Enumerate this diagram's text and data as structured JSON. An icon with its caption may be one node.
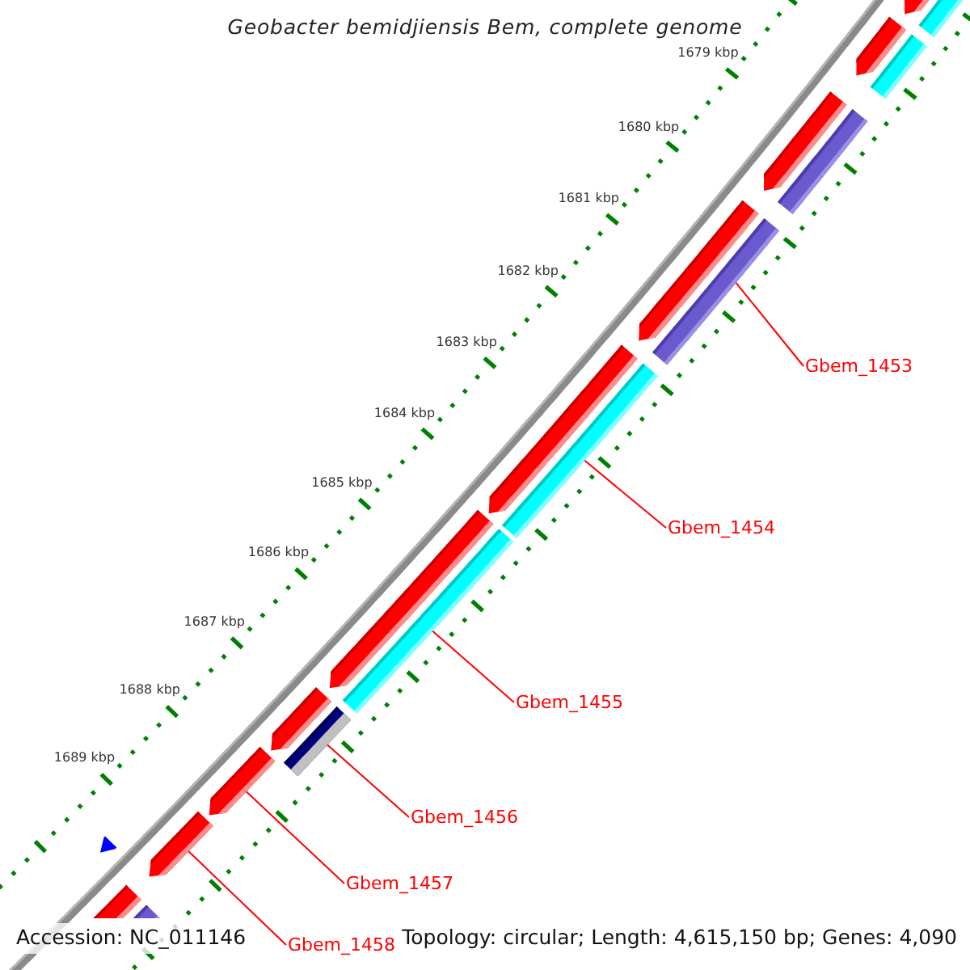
{
  "diagram": {
    "title": "Geobacter bemidjiensis Bem, complete genome",
    "nodes": [
      {
        "text": [
          "Gbem_1453"
        ]
      },
      {
        "text": [
          "Gbem_1454"
        ]
      },
      {
        "text": [
          "Gbem_1455"
        ]
      },
      {
        "text": [
          "Gbem_1456"
        ]
      },
      {
        "text": [
          "Gbem_1457"
        ]
      },
      {
        "text": [
          "Gbem_1458"
        ]
      },
      {
        "text": [],
        "shape": "arrow"
      },
      {
        "text": [],
        "shape": "arrow"
      },
      {
        "text": [],
        "shape": "arrow"
      },
      {
        "text": [],
        "shape": "arrow"
      },
      {
        "text": [],
        "shape": "arrow"
      },
      {
        "text": [],
        "shape": "arrow"
      },
      {
        "text": [],
        "shape": "arrow"
      },
      {
        "text": [],
        "shape": "arrow"
      },
      {
        "text": [],
        "shape": "arrow"
      },
      {
        "text": [],
        "shape": "arrow"
      },
      {
        "text": [],
        "shape": "arrow"
      }
    ],
    "edges": [
      {
        "from": 0,
        "to": 9,
        "arrow": "none"
      },
      {
        "from": 1,
        "to": 10,
        "arrow": "none"
      },
      {
        "from": 2,
        "to": 11,
        "arrow": "none"
      },
      {
        "from": 3,
        "to": 12,
        "arrow": "none"
      },
      {
        "from": 4,
        "to": 13,
        "arrow": "none"
      },
      {
        "from": 5,
        "to": 14,
        "arrow": "none"
      }
    ],
    "labels": [
      "1679 kbp",
      "1680 kbp",
      "1681 kbp",
      "1682 kbp",
      "1683 kbp",
      "1684 kbp",
      "1685 kbp",
      "1686 kbp",
      "1687 kbp",
      "1688 kbp",
      "1689 kbp",
      "Accession: NC_011146",
      "Topology: circular; Length: 4,615,150 bp; Genes: 4,090"
    ]
  }
}
